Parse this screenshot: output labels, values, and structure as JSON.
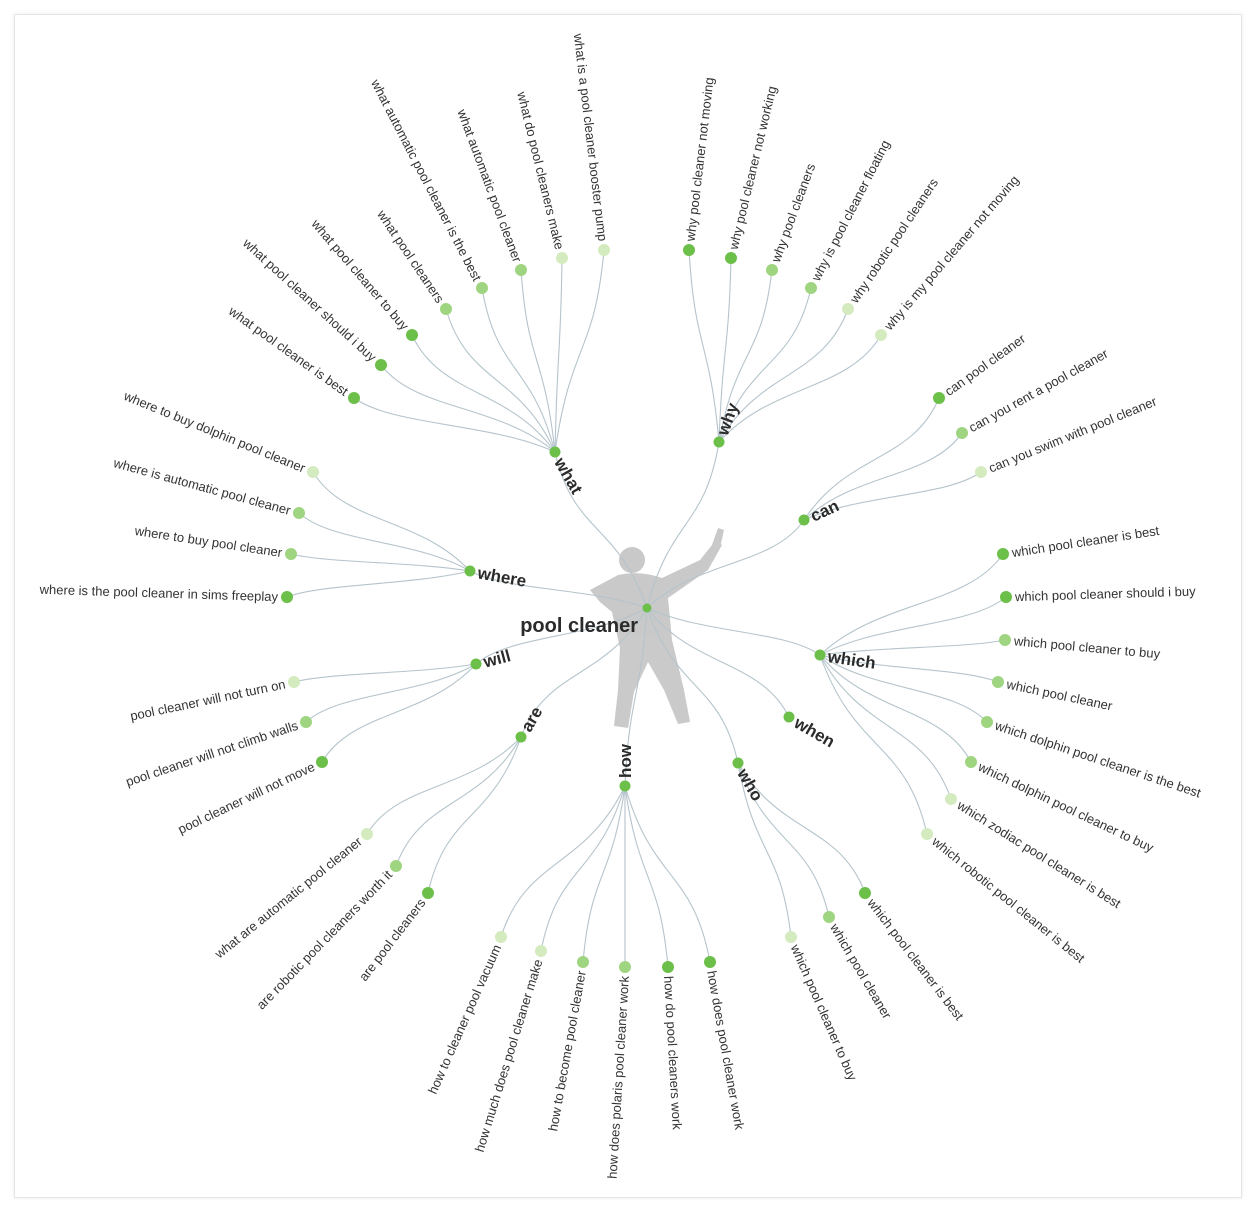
{
  "root": {
    "label": "pool cleaner"
  },
  "colors": {
    "node_strong": "#6cc04a",
    "node_medium": "#9fd581",
    "node_light": "#d3ebbf",
    "link": "#b5c4cc",
    "figure": "#bdbdbd"
  },
  "figure_icon": "person-silhouette-icon",
  "branches": [
    {
      "label": "what",
      "leaves": [
        {
          "label": "what pool cleaner is best",
          "shade": "strong"
        },
        {
          "label": "what pool cleaner should i buy",
          "shade": "strong"
        },
        {
          "label": "what pool cleaner to buy",
          "shade": "strong"
        },
        {
          "label": "what pool cleaners",
          "shade": "medium"
        },
        {
          "label": "what automatic pool cleaner is the best",
          "shade": "medium"
        },
        {
          "label": "what automatic pool cleaner",
          "shade": "medium"
        },
        {
          "label": "what do pool cleaners make",
          "shade": "light"
        },
        {
          "label": "what is a pool cleaner booster pump",
          "shade": "light"
        }
      ]
    },
    {
      "label": "why",
      "leaves": [
        {
          "label": "why pool cleaner not moving",
          "shade": "strong"
        },
        {
          "label": "why pool cleaner not working",
          "shade": "strong"
        },
        {
          "label": "why pool cleaners",
          "shade": "medium"
        },
        {
          "label": "why is pool cleaner floating",
          "shade": "medium"
        },
        {
          "label": "why robotic pool cleaners",
          "shade": "light"
        },
        {
          "label": "why is my pool cleaner not moving",
          "shade": "light"
        }
      ]
    },
    {
      "label": "can",
      "leaves": [
        {
          "label": "can pool cleaner",
          "shade": "strong"
        },
        {
          "label": "can you rent a pool cleaner",
          "shade": "medium"
        },
        {
          "label": "can you swim with pool cleaner",
          "shade": "light"
        }
      ]
    },
    {
      "label": "which",
      "leaves": [
        {
          "label": "which pool cleaner is best",
          "shade": "strong"
        },
        {
          "label": "which pool cleaner should i buy",
          "shade": "strong"
        },
        {
          "label": "which pool cleaner to buy",
          "shade": "medium"
        },
        {
          "label": "which pool cleaner",
          "shade": "medium"
        },
        {
          "label": "which dolphin pool cleaner is the best",
          "shade": "medium"
        },
        {
          "label": "which dolphin pool cleaner to buy",
          "shade": "medium"
        },
        {
          "label": "which zodiac pool cleaner is best",
          "shade": "light"
        },
        {
          "label": "which robotic pool cleaner is best",
          "shade": "light"
        }
      ]
    },
    {
      "label": "when",
      "leaves": []
    },
    {
      "label": "who",
      "leaves": [
        {
          "label": "which pool cleaner is best",
          "shade": "strong"
        },
        {
          "label": "which pool cleaner",
          "shade": "medium"
        },
        {
          "label": "which pool cleaner to buy",
          "shade": "light"
        }
      ]
    },
    {
      "label": "how",
      "leaves": [
        {
          "label": "how does pool cleaner work",
          "shade": "strong"
        },
        {
          "label": "how do pool cleaners work",
          "shade": "strong"
        },
        {
          "label": "how does polaris pool cleaner work",
          "shade": "medium"
        },
        {
          "label": "how to become pool cleaner",
          "shade": "medium"
        },
        {
          "label": "how much does pool cleaner make",
          "shade": "light"
        },
        {
          "label": "how to cleaner pool vacuum",
          "shade": "light"
        }
      ]
    },
    {
      "label": "are",
      "leaves": [
        {
          "label": "are pool cleaners",
          "shade": "strong"
        },
        {
          "label": "are robotic pool cleaners worth it",
          "shade": "medium"
        },
        {
          "label": "what are automatic pool cleaner",
          "shade": "light"
        }
      ]
    },
    {
      "label": "will",
      "leaves": [
        {
          "label": "pool cleaner will not move",
          "shade": "strong"
        },
        {
          "label": "pool cleaner will not climb walls",
          "shade": "medium"
        },
        {
          "label": "pool cleaner will not turn on",
          "shade": "light"
        }
      ]
    },
    {
      "label": "where",
      "leaves": [
        {
          "label": "where is the pool cleaner in sims freeplay",
          "shade": "strong"
        },
        {
          "label": "where to buy pool cleaner",
          "shade": "medium"
        },
        {
          "label": "where is automatic pool cleaner",
          "shade": "medium"
        },
        {
          "label": "where to buy dolphin pool cleaner",
          "shade": "light"
        }
      ]
    }
  ]
}
